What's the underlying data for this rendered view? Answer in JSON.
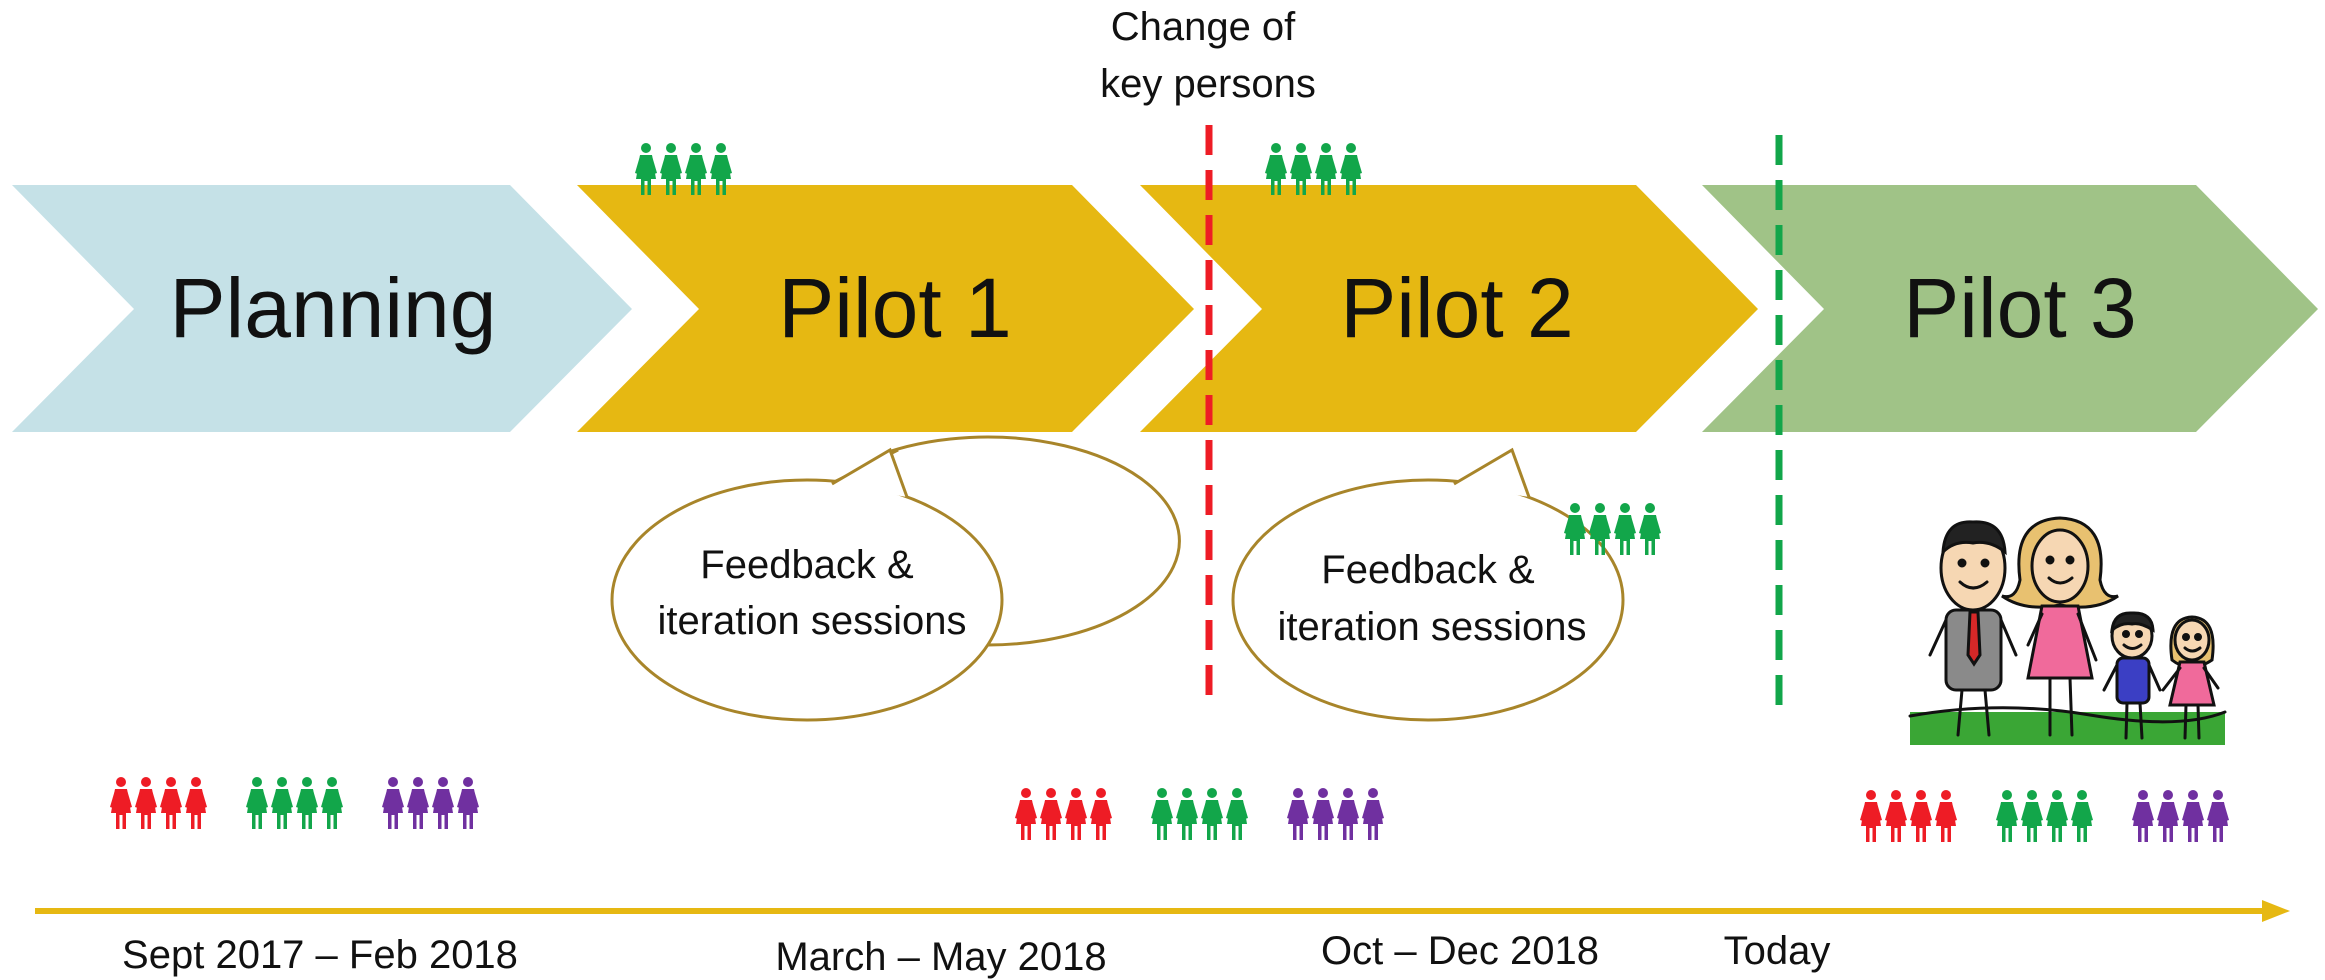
{
  "phases": [
    {
      "label": "Planning",
      "color": "#c5e1e7"
    },
    {
      "label": "Pilot 1",
      "color": "#e6b812"
    },
    {
      "label": "Pilot 2",
      "color": "#e6b812"
    },
    {
      "label": "Pilot 3",
      "color": "#a0c387"
    }
  ],
  "annotation": {
    "line1": "Change of",
    "line2": "key persons"
  },
  "bubbles": [
    {
      "line1": "Feedback &",
      "line2": "iteration sessions"
    },
    {
      "line1": "Feedback &",
      "line2": "iteration sessions"
    }
  ],
  "dates": [
    "Sept 2017 – Feb 2018",
    "March – May 2018",
    "Oct – Dec 2018",
    "Today"
  ],
  "colors": {
    "red_group": "#ee1c25",
    "green_group": "#12a64a",
    "purple_group": "#7030a0",
    "red_dashed_line": "#ee1c25",
    "green_dashed_line": "#12a64a",
    "timeline_arrow": "#e6b812",
    "bubble_outline": "#a8852a"
  },
  "icons": [
    "people-group-icon",
    "family-illustration-icon"
  ]
}
